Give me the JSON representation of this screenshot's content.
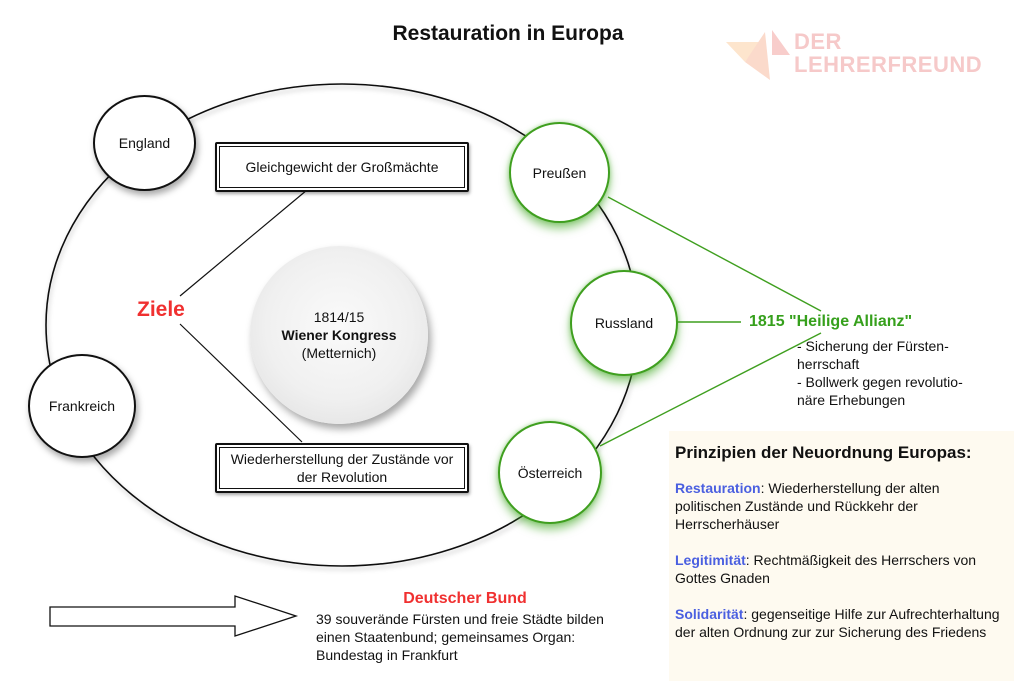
{
  "title": "Restauration in Europa",
  "logo": {
    "line1": "DER",
    "line2": "LEHRERFREUND",
    "color": "#f6c9c9"
  },
  "colors": {
    "green": "#3f9f1f",
    "red": "#f03030",
    "blue_term": "#4a5fe0",
    "principles_bg": "#fefaf0"
  },
  "congress": {
    "year": "1814/15",
    "name": "Wiener Kongress",
    "person": "(Metternich)"
  },
  "powers": [
    {
      "name": "England",
      "alliance": false
    },
    {
      "name": "Frankreich",
      "alliance": false
    },
    {
      "name": "Preußen",
      "alliance": true
    },
    {
      "name": "Russland",
      "alliance": true
    },
    {
      "name": "Österreich",
      "alliance": true
    }
  ],
  "goals": {
    "label": "Ziele",
    "items": [
      "Gleichgewicht der Großmächte",
      "Wiederherstellung der Zustände vor der Revolution"
    ]
  },
  "holy_alliance": {
    "title": "1815 \"Heilige Allianz\"",
    "points": [
      "- Sicherung der Fürsten-",
      "herrschaft",
      "- Bollwerk gegen revolutio-",
      "näre Erhebungen"
    ]
  },
  "german_confederation": {
    "title": "Deutscher Bund",
    "lines": [
      "39 souverände Fürsten und freie Städte bilden",
      "einen Staatenbund; gemeinsames Organ:",
      "Bundestag in Frankfurt"
    ]
  },
  "principles": {
    "heading": "Prinzipien der Neuordnung Europas:",
    "items": [
      {
        "term": "Restauration",
        "text": ": Wiederherstellung der alten politischen Zustände und Rückkehr der Herrscherhäuser"
      },
      {
        "term": "Legitimität",
        "text": ": Rechtmäßigkeit des Herrschers von Gottes Gnaden"
      },
      {
        "term": "Solidarität",
        "text": ": gegenseitige Hilfe zur Aufrechterhaltung der alten Ordnung zur zur Sicherung des Friedens"
      }
    ]
  }
}
